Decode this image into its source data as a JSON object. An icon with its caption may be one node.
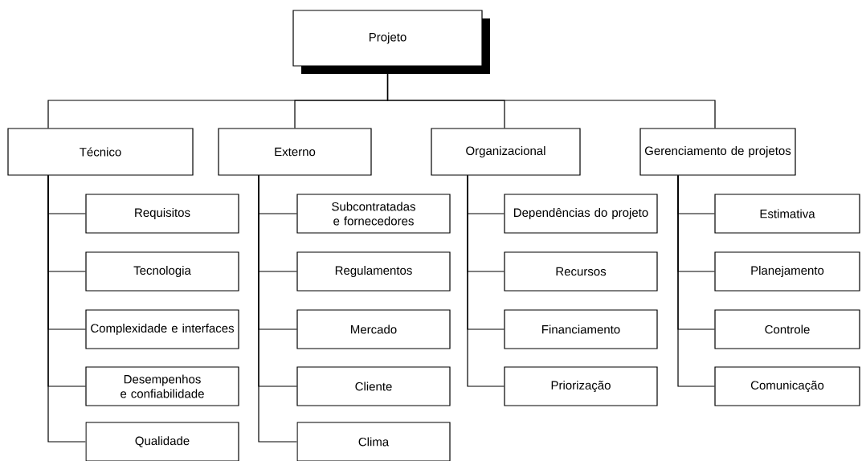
{
  "diagram": {
    "nodes": [
      {
        "text": [
          "Projeto"
        ]
      },
      {
        "text": [
          "Técnico"
        ]
      },
      {
        "text": [
          "Requisitos"
        ]
      },
      {
        "text": [
          "Tecnologia"
        ]
      },
      {
        "text": [
          "Complexidade e interfaces"
        ]
      },
      {
        "text": [
          "Desempenhos e confiabilidade"
        ]
      },
      {
        "text": [
          "Qualidade"
        ]
      },
      {
        "text": [
          "Externo"
        ]
      },
      {
        "text": [
          "Subcontratadas e fornecedores"
        ]
      },
      {
        "text": [
          "Regulamentos"
        ]
      },
      {
        "text": [
          "Mercado"
        ]
      },
      {
        "text": [
          "Cliente"
        ]
      },
      {
        "text": [
          "Clima"
        ]
      },
      {
        "text": [
          "Organizacional"
        ]
      },
      {
        "text": [
          "Dependências do projeto"
        ]
      },
      {
        "text": [
          "Recursos"
        ]
      },
      {
        "text": [
          "Financiamento"
        ]
      },
      {
        "text": [
          "Priorização"
        ]
      },
      {
        "text": [
          "Gerenciamento de projetos"
        ]
      },
      {
        "text": [
          "Estimativa"
        ]
      },
      {
        "text": [
          "Planejamento"
        ]
      },
      {
        "text": [
          "Controle"
        ]
      },
      {
        "text": [
          "Comunicação"
        ]
      }
    ],
    "edges": [
      {
        "from": 0,
        "to": 1,
        "arrow": "none"
      },
      {
        "from": 0,
        "to": 7,
        "arrow": "none"
      },
      {
        "from": 0,
        "to": 13,
        "arrow": "none"
      },
      {
        "from": 0,
        "to": 18,
        "arrow": "none"
      },
      {
        "from": 1,
        "to": 2,
        "arrow": "none"
      },
      {
        "from": 1,
        "to": 3,
        "arrow": "none"
      },
      {
        "from": 1,
        "to": 4,
        "arrow": "none"
      },
      {
        "from": 1,
        "to": 5,
        "arrow": "none"
      },
      {
        "from": 1,
        "to": 6,
        "arrow": "none"
      },
      {
        "from": 7,
        "to": 8,
        "arrow": "none"
      },
      {
        "from": 7,
        "to": 9,
        "arrow": "none"
      },
      {
        "from": 7,
        "to": 10,
        "arrow": "none"
      },
      {
        "from": 7,
        "to": 11,
        "arrow": "none"
      },
      {
        "from": 7,
        "to": 12,
        "arrow": "none"
      },
      {
        "from": 13,
        "to": 14,
        "arrow": "none"
      },
      {
        "from": 13,
        "to": 15,
        "arrow": "none"
      },
      {
        "from": 13,
        "to": 16,
        "arrow": "none"
      },
      {
        "from": 13,
        "to": 17,
        "arrow": "none"
      },
      {
        "from": 18,
        "to": 19,
        "arrow": "none"
      },
      {
        "from": 18,
        "to": 20,
        "arrow": "none"
      },
      {
        "from": 18,
        "to": 21,
        "arrow": "none"
      },
      {
        "from": 18,
        "to": 22,
        "arrow": "none"
      }
    ]
  }
}
